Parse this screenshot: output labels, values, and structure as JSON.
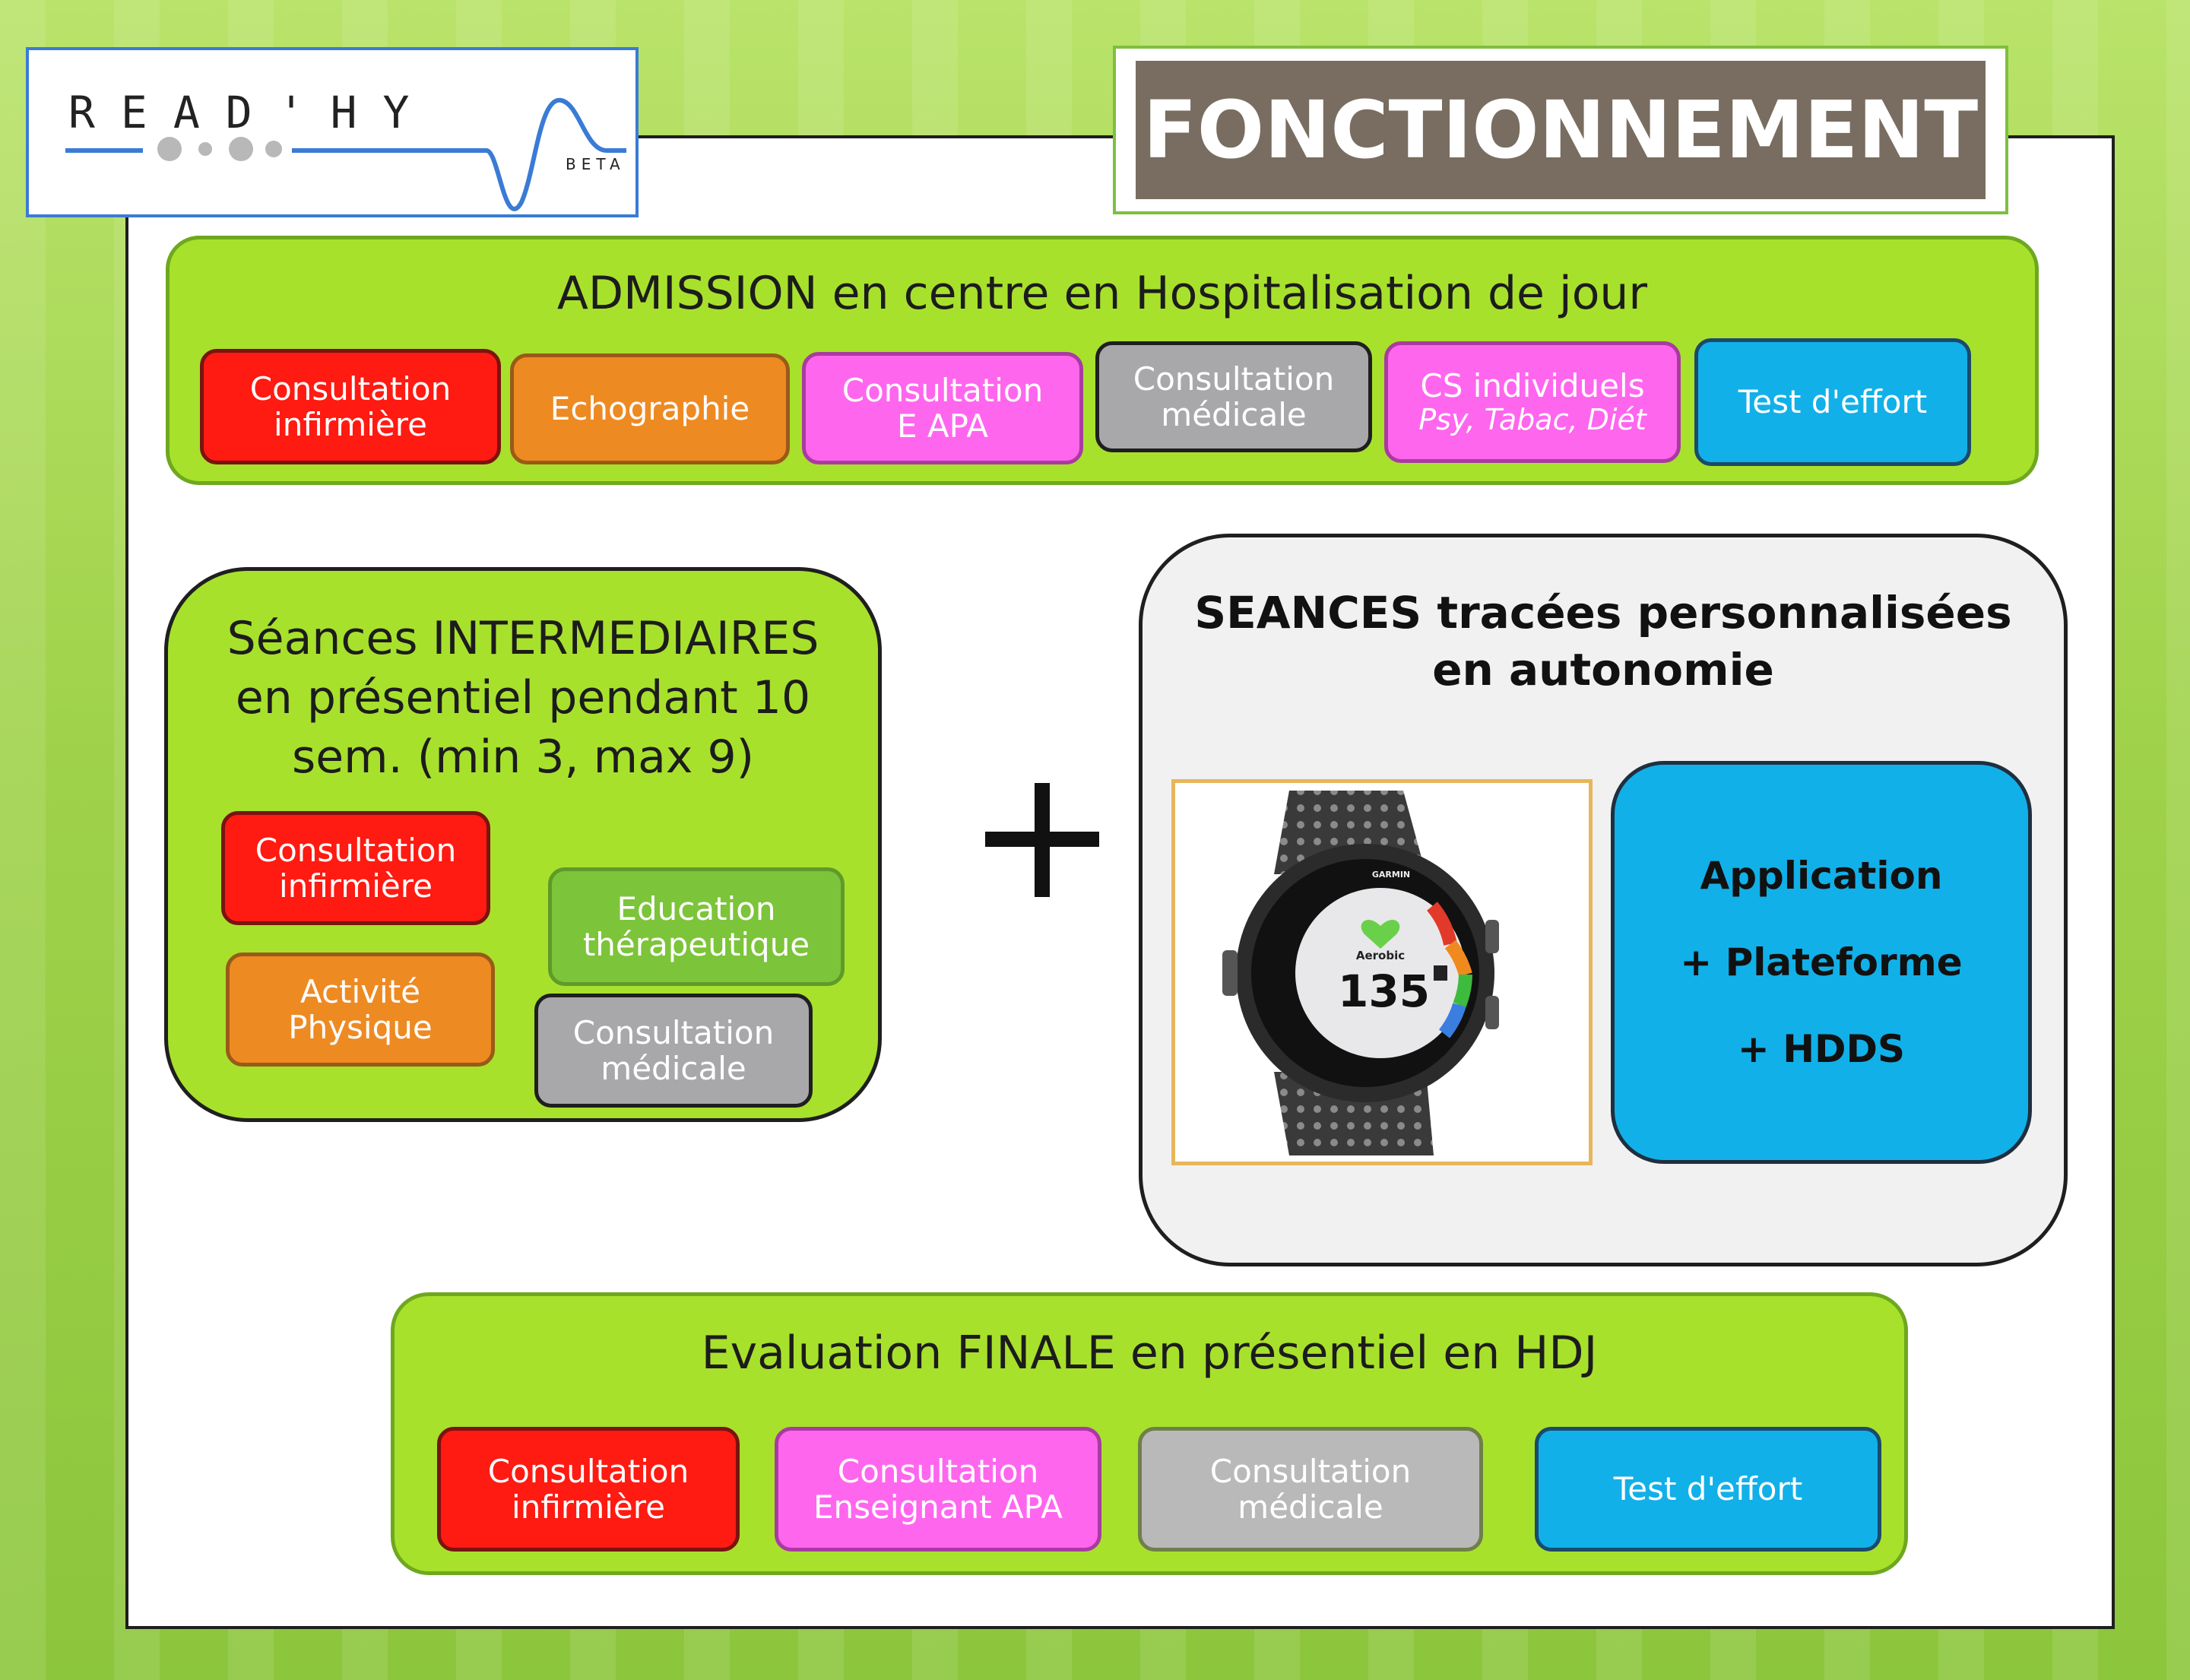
{
  "logo": {
    "text": "READ'HY",
    "badge": "BETA"
  },
  "title": "FONCTIONNEMENT",
  "admission": {
    "title": "ADMISSION en centre en Hospitalisation de jour",
    "chips": [
      {
        "line1": "Consultation",
        "line2": "infirmière",
        "color": "#ff1a12"
      },
      {
        "line1": "Echographie",
        "line2": "",
        "color": "#ee8a22"
      },
      {
        "line1": "Consultation",
        "line2": "E APA",
        "color": "#ff66ee"
      },
      {
        "line1": "Consultation",
        "line2": "médicale",
        "color": "#a8a8ab"
      },
      {
        "line1": "CS individuels",
        "line2": "Psy, Tabac, Diét",
        "color": "#ff66ee"
      },
      {
        "line1": "Test d'effort",
        "line2": "",
        "color": "#12b0e8"
      }
    ]
  },
  "intermediate": {
    "title_lines": [
      "Séances INTERMEDIAIRES",
      "en présentiel pendant 10",
      "sem. (min 3, max 9)"
    ],
    "chips": [
      {
        "line1": "Consultation",
        "line2": "infirmière"
      },
      {
        "line1": "Education",
        "line2": "thérapeutique"
      },
      {
        "line1": "Activité",
        "line2": "Physique"
      },
      {
        "line1": "Consultation",
        "line2": "médicale"
      }
    ]
  },
  "autonomy": {
    "title_lines": [
      "SEANCES tracées personnalisées",
      "en autonomie"
    ],
    "watch": {
      "brand": "GARMIN",
      "mode": "Aerobic",
      "value": "135"
    },
    "app_lines": [
      "Application",
      "+ Plateforme",
      "+ HDDS"
    ]
  },
  "final": {
    "title": "Evaluation FINALE en présentiel en HDJ",
    "chips": [
      {
        "line1": "Consultation",
        "line2": "infirmière"
      },
      {
        "line1": "Consultation",
        "line2": "Enseignant APA"
      },
      {
        "line1": "Consultation",
        "line2": "médicale"
      },
      {
        "line1": "Test d'effort",
        "line2": ""
      }
    ]
  },
  "colors": {
    "background_green": "#9fd24a",
    "panel_green": "#a8e12c",
    "red": "#ff1a12",
    "orange": "#ee8a22",
    "pink": "#ff66ee",
    "gray": "#a8a8ab",
    "blue": "#12b0e8",
    "title_brown": "#786d60"
  }
}
